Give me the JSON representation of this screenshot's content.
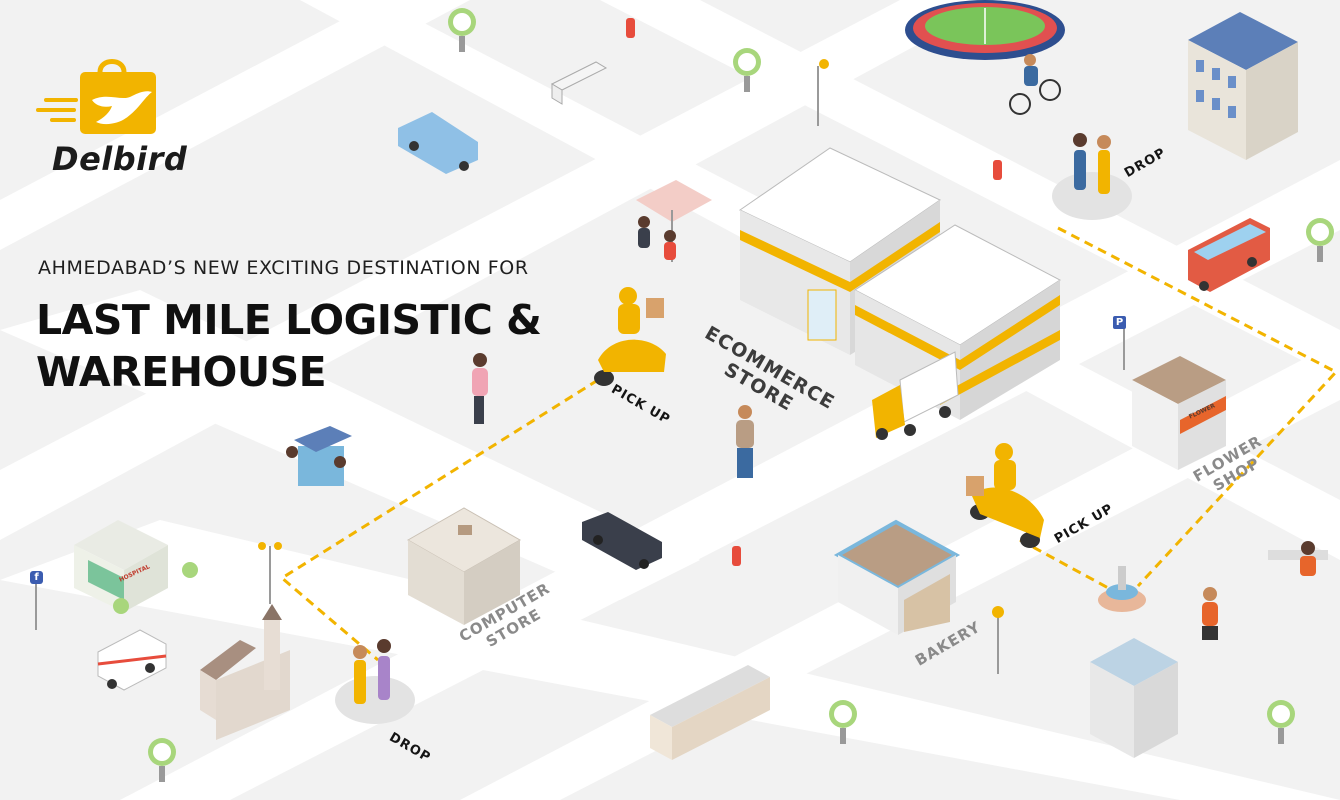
{
  "brand": {
    "name": "Delbird",
    "logo_icon": "shopping-bag-bird-icon",
    "accent_color": "#f2b400"
  },
  "hero": {
    "subtitle": "AHMEDABAD’S NEW EXCITING DESTINATION FOR",
    "title_line1": "LAST MILE LOGISTIC &",
    "title_line2": "WAREHOUSE"
  },
  "map": {
    "route_color": "#f2b400",
    "labels": {
      "ecommerce_line1": "ECOMMERCE",
      "ecommerce_line2": "STORE",
      "pickup_left": "PICK UP",
      "pickup_right": "PICK UP",
      "drop_top": "DROP",
      "drop_bottom": "DROP",
      "flower_line1": "FLOWER",
      "flower_line2": "SHOP",
      "computer_line1": "COMPUTER",
      "computer_line2": "STORE",
      "bakery": "BAKERY",
      "hospital_sign": "HOSPITAL",
      "flower_sign": "FLOWER",
      "parking_sign": "P",
      "facebook_sign": "f"
    }
  }
}
